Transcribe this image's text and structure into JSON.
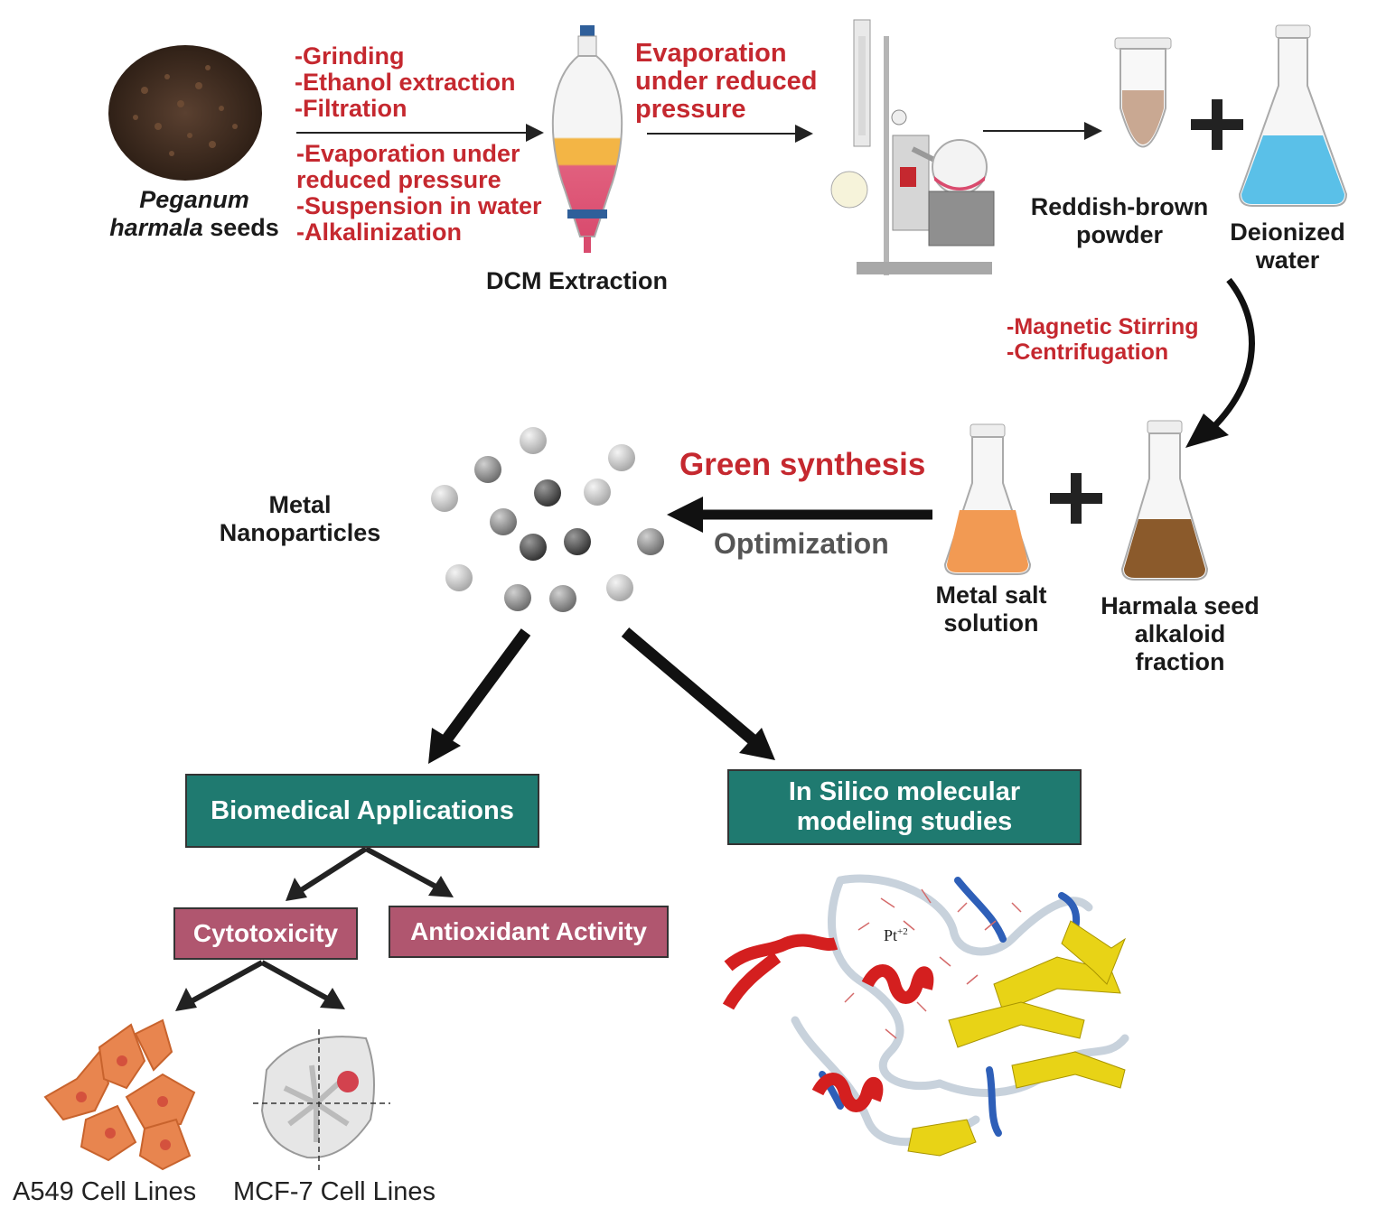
{
  "seeds": {
    "line1": "Peganum",
    "line2_italic": "harmala",
    "line2_rest": " seeds"
  },
  "step1": [
    "-Grinding",
    "-Ethanol extraction",
    "-Filtration"
  ],
  "step2": [
    "-Evaporation under",
    "reduced pressure",
    "-Suspension in water",
    "-Alkalinization"
  ],
  "dcm_label": "DCM Extraction",
  "evap": [
    "Evaporation",
    "under reduced",
    "pressure"
  ],
  "powder_label": [
    "Reddish-brown",
    "powder"
  ],
  "water_label": [
    "Deionized",
    "water"
  ],
  "stir": [
    "-Magnetic Stirring",
    "-Centrifugation"
  ],
  "green_synthesis": "Green synthesis",
  "optimization": "Optimization",
  "metal_np": [
    "Metal",
    "Nanoparticles"
  ],
  "metal_salt": [
    "Metal salt",
    "solution"
  ],
  "harmala_fraction": [
    "Harmala seed",
    "alkaloid",
    "fraction"
  ],
  "biomedical": "Biomedical Applications",
  "insilico": [
    "In Silico molecular",
    "modeling studies"
  ],
  "cytotoxicity": "Cytotoxicity",
  "antioxidant": "Antioxidant Activity",
  "a549": "A549 Cell Lines",
  "mcf7": "MCF-7 Cell Lines",
  "pt_label": "Pt",
  "pt_sup": "+2",
  "colors": {
    "red_text": "#c5282f",
    "teal": "#1f7a70",
    "mauve": "#b0566f"
  },
  "icons": [
    "seed-pile-icon",
    "separatory-funnel-icon",
    "rotary-evaporator-icon",
    "tube-icon",
    "flask-icon",
    "plus-icon",
    "nanoparticle-icon",
    "cell-icon",
    "tumor-icon",
    "protein-structure-icon"
  ]
}
